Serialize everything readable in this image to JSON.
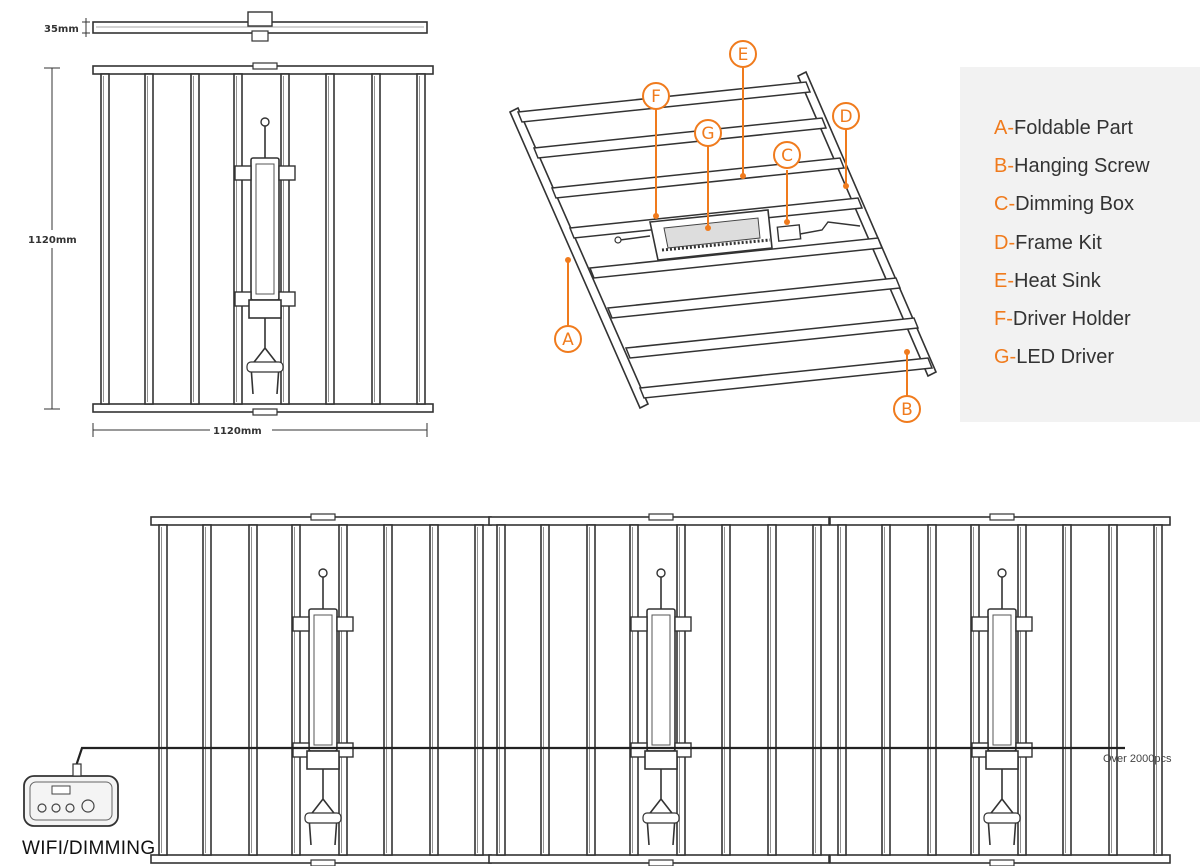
{
  "dimensions": {
    "height_label": "35mm",
    "side_label": "1120mm",
    "bottom_label": "1120mm"
  },
  "callouts": [
    "A",
    "B",
    "C",
    "D",
    "E",
    "F",
    "G"
  ],
  "legend": [
    {
      "letter": "A-",
      "text": "Foldable Part"
    },
    {
      "letter": "B-",
      "text": "Hanging Screw"
    },
    {
      "letter": "C-",
      "text": "Dimming Box"
    },
    {
      "letter": "D-",
      "text": "Frame Kit"
    },
    {
      "letter": "E-",
      "text": "Heat Sink"
    },
    {
      "letter": "F-",
      "text": "Driver Holder"
    },
    {
      "letter": "G-",
      "text": "LED Driver"
    }
  ],
  "daisy_chain": {
    "over_label": "Over 2000pcs",
    "controller_label": "WIFI/DIMMING"
  },
  "colors": {
    "accent": "#f07b1d",
    "line": "#333333",
    "legend_bg": "#f2f2f2"
  }
}
